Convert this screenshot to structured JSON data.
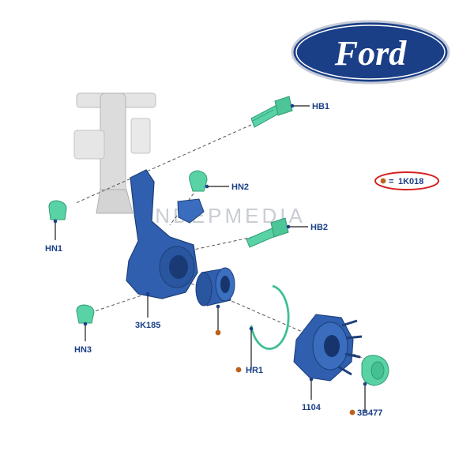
{
  "brand": {
    "logo_text": "Ford",
    "logo_color": "#1b3f87"
  },
  "watermark": "INDEPMEDIA",
  "legend": {
    "symbol": "=",
    "part_number": "1K018",
    "marker_color": "#c0601a",
    "ring_color": "#d62020"
  },
  "parts": {
    "hb1": "HB1",
    "hn2": "HN2",
    "hn1": "HN1",
    "hb2": "HB2",
    "knuckle": "3K185",
    "hn3": "HN3",
    "retaining_ring": "HR1",
    "hub": "1104",
    "hub_nut": "3B477"
  },
  "colors": {
    "part_fill": "#2f5fae",
    "fastener_fill": "#59d3a6",
    "strut_fill": "#d8d8d8",
    "label_text": "#1b3f87"
  }
}
